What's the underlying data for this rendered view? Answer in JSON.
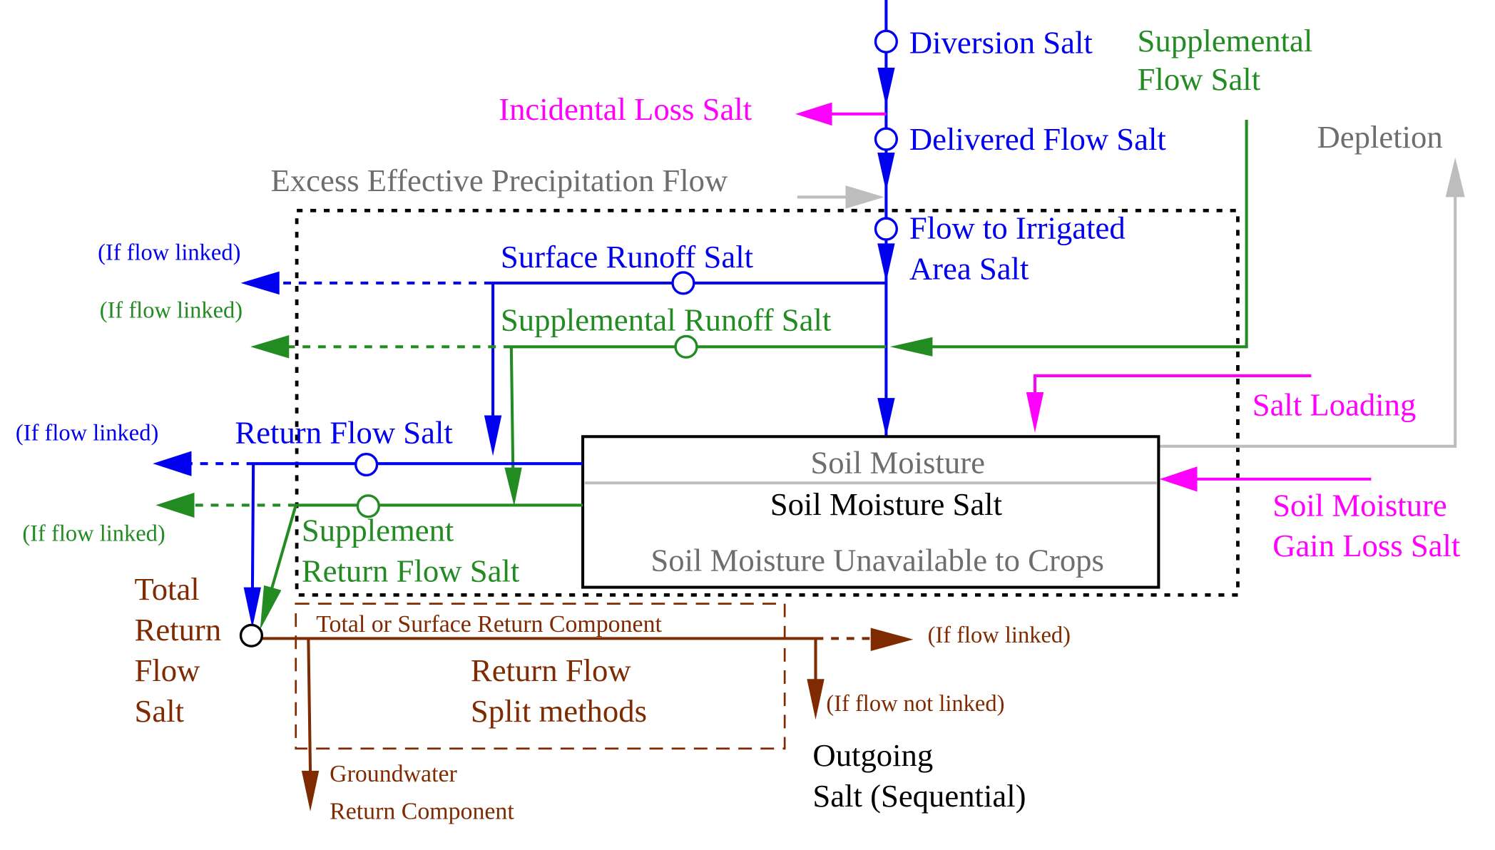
{
  "colors": {
    "blue": "#0000ee",
    "green": "#228b22",
    "magenta": "#ff00ff",
    "gray_text": "#6e6e6e",
    "gray_line": "#bdbdbd",
    "brown": "#7f2a00",
    "black": "#000000"
  },
  "labels": {
    "diversion_salt": "Diversion Salt",
    "supplemental_flow_salt_1": "Supplemental",
    "supplemental_flow_salt_2": "Flow Salt",
    "incidental_loss_salt": "Incidental Loss Salt",
    "delivered_flow_salt": "Delivered Flow Salt",
    "depletion": "Depletion",
    "excess_effective_precip": "Excess Effective Precipitation Flow",
    "flow_to_irrigated_1": "Flow to Irrigated",
    "flow_to_irrigated_2": "Area Salt",
    "surface_runoff_salt": "Surface Runoff Salt",
    "supplemental_runoff_salt": "Supplemental Runoff Salt",
    "salt_loading": "Salt Loading",
    "return_flow_salt": "Return Flow Salt",
    "soil_moisture": "Soil Moisture",
    "soil_moisture_salt": "Soil Moisture Salt",
    "soil_moisture_unavailable": "Soil Moisture Unavailable to Crops",
    "soil_moisture_gain_loss_1": "Soil Moisture",
    "soil_moisture_gain_loss_2": "Gain Loss Salt",
    "supplement_return_flow_1": "Supplement",
    "supplement_return_flow_2": "Return Flow Salt",
    "total_return_flow_salt": [
      "Total",
      "Return",
      "Flow",
      "Salt"
    ],
    "total_or_surface_return": "Total or Surface Return Component",
    "return_flow_split_1": "Return Flow",
    "return_flow_split_2": "Split methods",
    "groundwater_return_1": "Groundwater",
    "groundwater_return_2": "Return Component",
    "if_flow_linked": "(If flow linked)",
    "if_flow_not_linked": "(If flow not linked)",
    "outgoing_salt_1": "Outgoing",
    "outgoing_salt_2": "Salt (Sequential)"
  }
}
